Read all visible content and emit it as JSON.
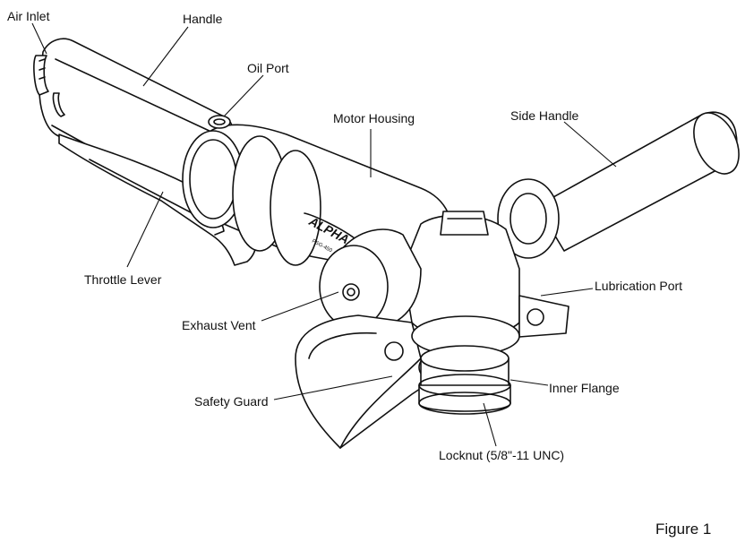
{
  "labels": {
    "air_inlet": "Air Inlet",
    "handle": "Handle",
    "oil_port": "Oil Port",
    "motor_housing": "Motor Housing",
    "side_handle": "Side Handle",
    "throttle_lever": "Throttle Lever",
    "lubrication_port": "Lubrication Port",
    "exhaust_vent": "Exhaust Vent",
    "inner_flange": "Inner Flange",
    "safety_guard": "Safety Guard",
    "locknut": "Locknut (5/8\"-11 UNC)"
  },
  "brand": {
    "logo": "ALPHA",
    "model": "PSG-450"
  },
  "figure_caption": "Figure 1",
  "colors": {
    "ink": "#111111",
    "background": "#ffffff"
  }
}
